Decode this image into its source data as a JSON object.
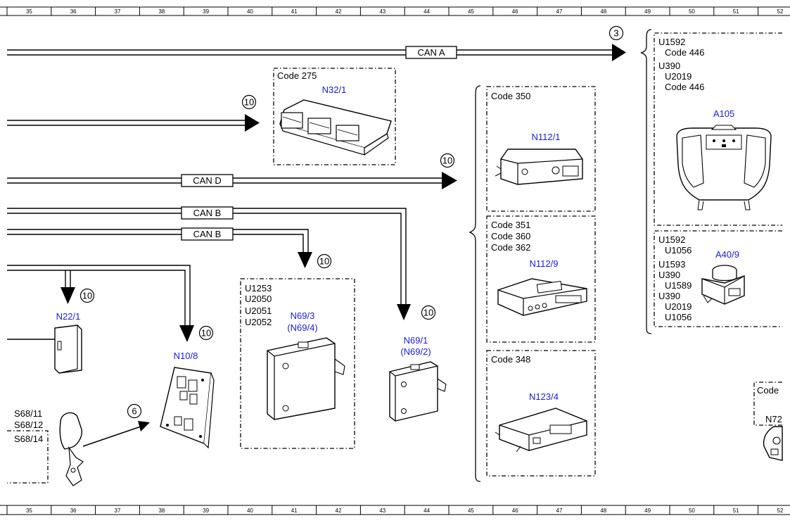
{
  "ruler": {
    "top_numbers": [
      "35",
      "36",
      "37",
      "38",
      "39",
      "40",
      "41",
      "42",
      "43",
      "44",
      "45",
      "46",
      "47",
      "48",
      "49",
      "50",
      "51",
      "52"
    ],
    "bottom_numbers": [
      "35",
      "36",
      "37",
      "38",
      "39",
      "40",
      "41",
      "42",
      "43",
      "44",
      "45",
      "46",
      "47",
      "48",
      "49",
      "50",
      "51",
      "52"
    ]
  },
  "buses": {
    "can_a": "CAN A",
    "can_d": "CAN D",
    "can_b_1": "CAN B",
    "can_b_2": "CAN B"
  },
  "refs": {
    "r1": "3",
    "r2": "10",
    "r3": "10",
    "r4": "10",
    "r5": "10",
    "r6": "10",
    "r7": "10",
    "r8": "6"
  },
  "box_n32": {
    "code": "Code 275",
    "name": "N32/1"
  },
  "box_n69_3": {
    "codes": [
      "U1253",
      "U2050",
      "U2051",
      "U2052"
    ],
    "name": "N69/3",
    "alt": "(N69/4)"
  },
  "n69_1": {
    "name": "N69/1",
    "alt": "(N69/2)"
  },
  "n22_1": {
    "name": "N22/1"
  },
  "n10_8": {
    "name": "N10/8"
  },
  "switches": {
    "s1": "S68/11",
    "s2": "S68/12",
    "s3": "S68/14"
  },
  "box_n112_1": {
    "code": "Code 350",
    "name": "N112/1"
  },
  "box_n112_9": {
    "codes": [
      "Code 351",
      "Code 360",
      "Code 362"
    ],
    "name": "N112/9"
  },
  "box_n123_4": {
    "code": "Code 348",
    "name": "N123/4"
  },
  "box_a105": {
    "codes": [
      "U1592",
      "Code 446",
      "U390",
      "U2019",
      "Code 446"
    ],
    "name": "A105"
  },
  "box_a40_9": {
    "codes": [
      "U1592",
      "U1056",
      "U1593",
      "U390",
      "U1589",
      "U390",
      "U2019",
      "U1056"
    ],
    "name": "A40/9"
  },
  "box_n72": {
    "code": "Code",
    "name": "N72"
  }
}
